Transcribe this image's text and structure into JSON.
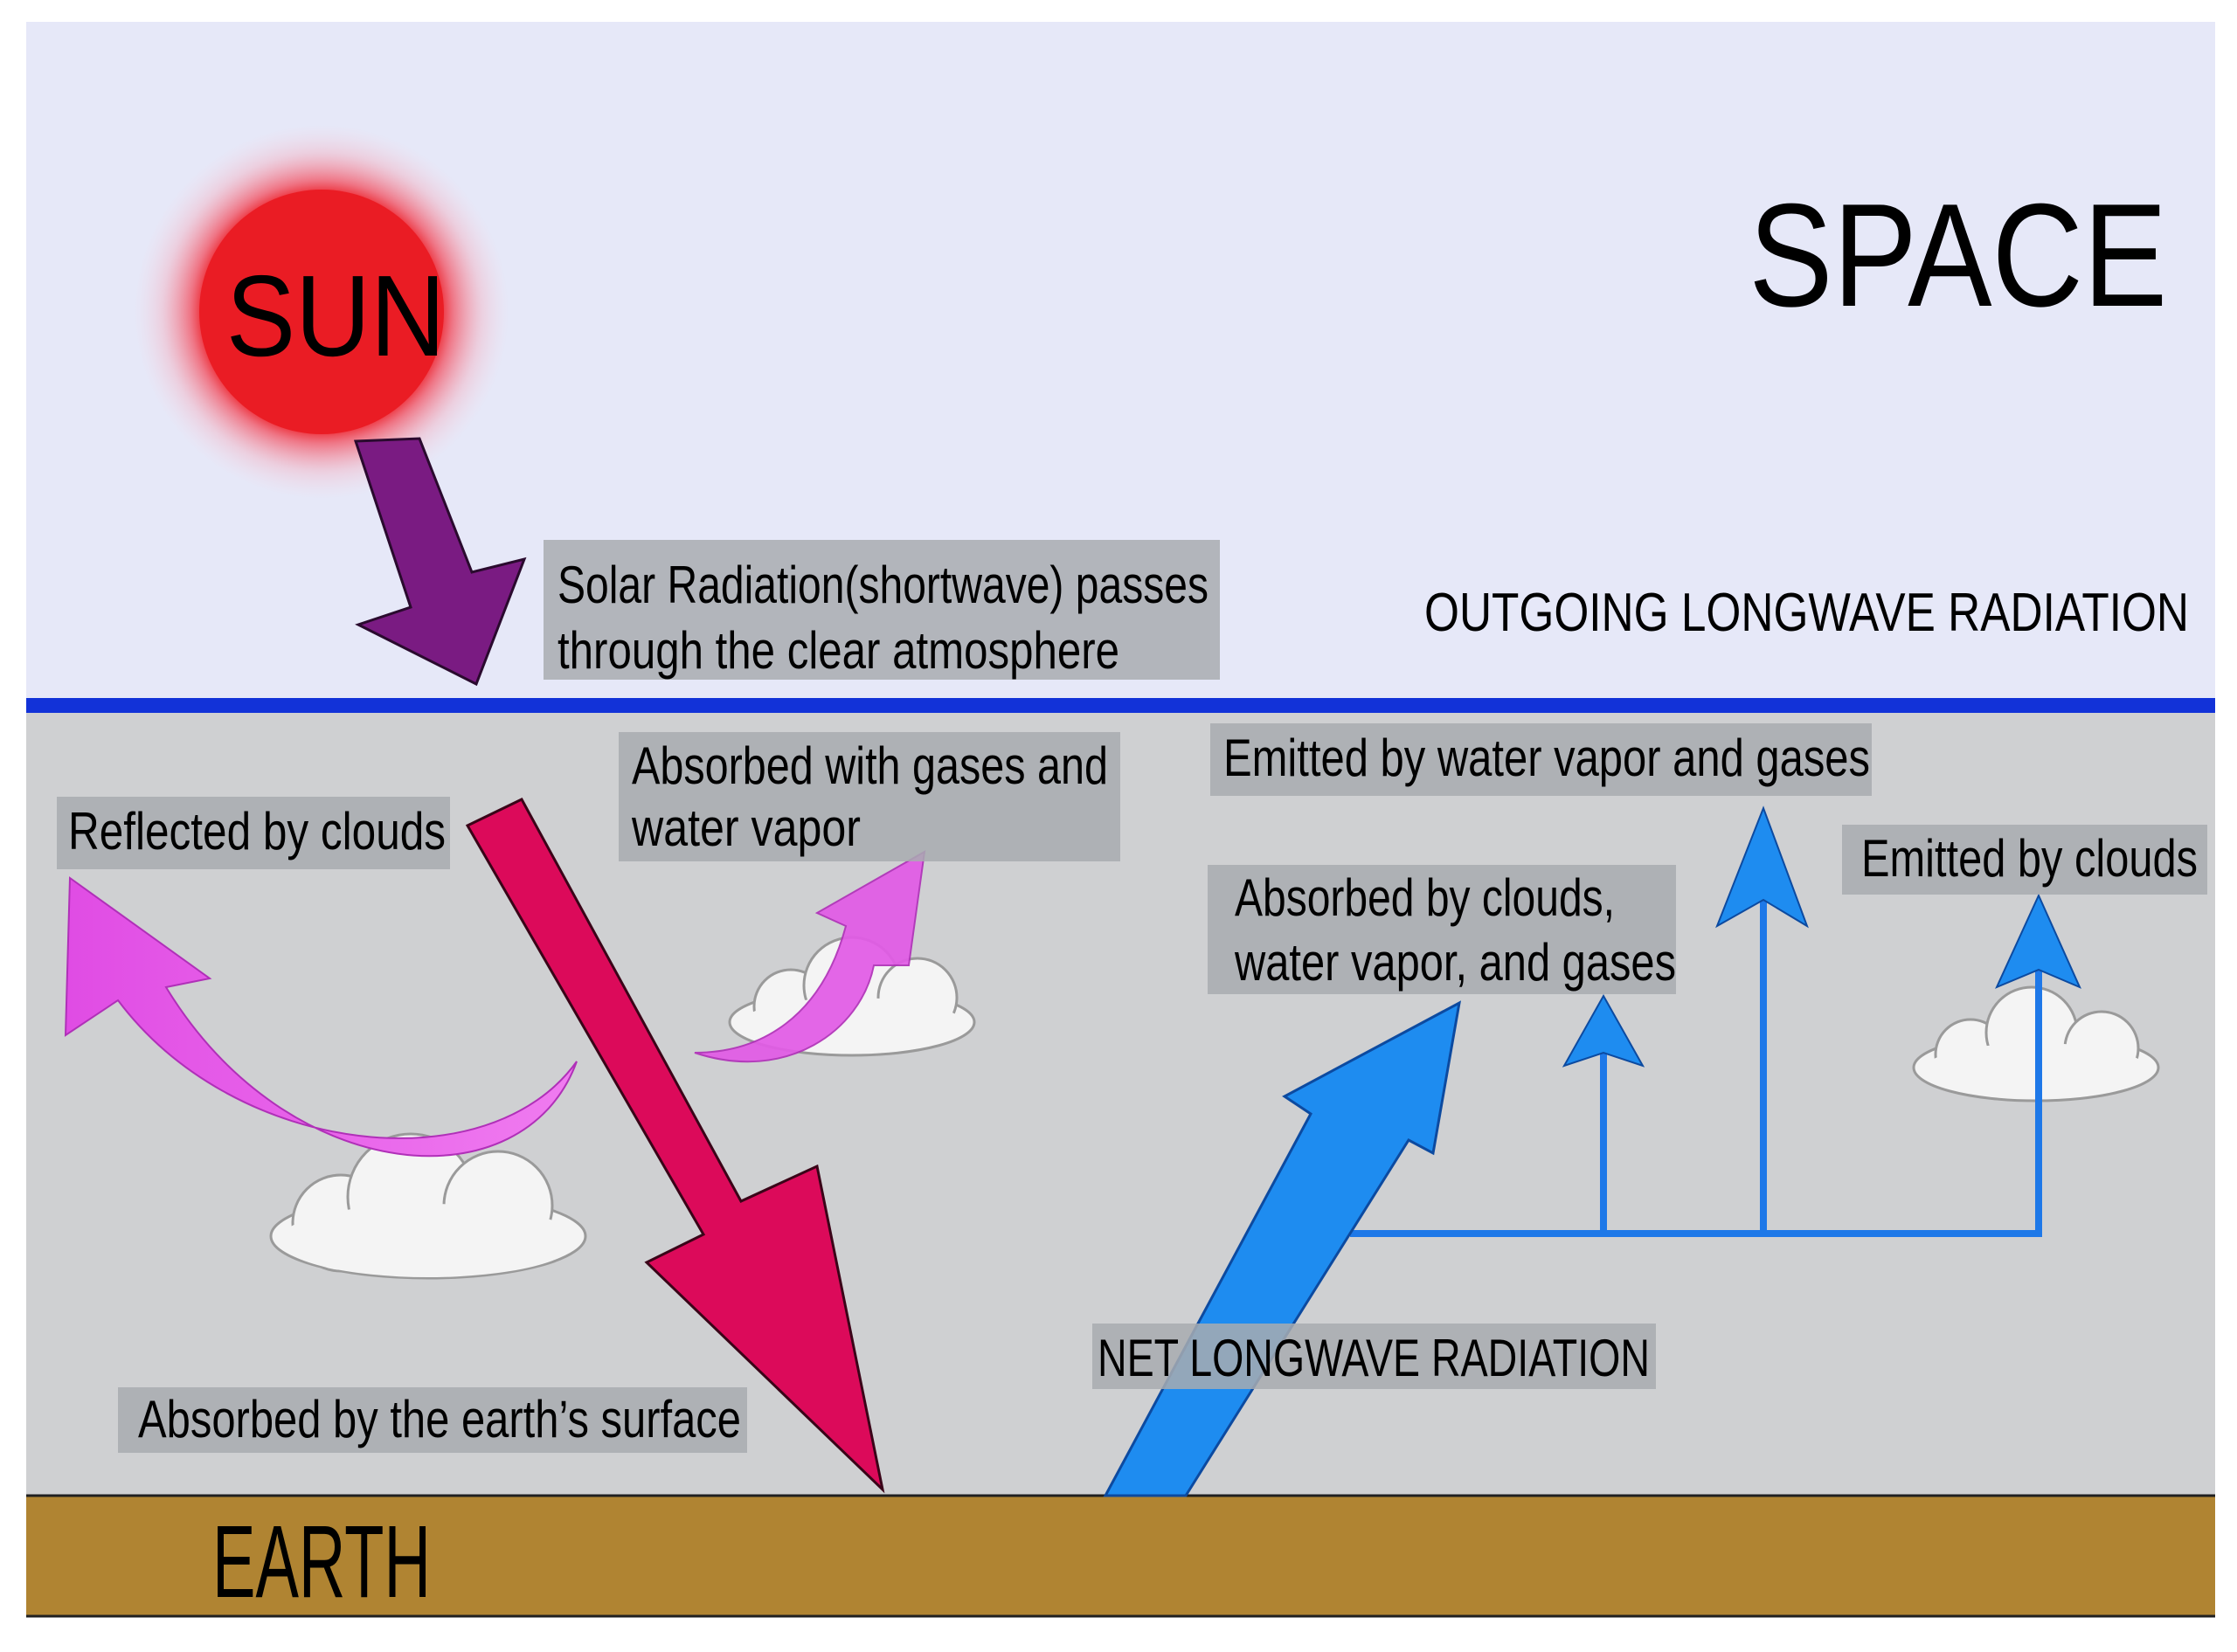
{
  "regions": {
    "space": "SPACE",
    "earth": "EARTH",
    "sun": "SUN"
  },
  "labels": {
    "solar_line1": "Solar Radiation(shortwave) passes",
    "solar_line2": "through the clear atmosphere",
    "outgoing": "OUTGOING LONGWAVE RADIATION",
    "reflected": "Reflected by  clouds",
    "absorbed_gases_line1": "Absorbed with gases and",
    "absorbed_gases_line2": "water vapor",
    "emitted_vapor": "Emitted by water vapor and gases",
    "emitted_clouds": "Emitted by clouds",
    "absorbed_clouds_line1": "Absorbed by clouds,",
    "absorbed_clouds_line2": "water vapor, and gases",
    "absorbed_surface": "Absorbed by the earth’s surface",
    "net_longwave": "NET LONGWAVE RADIATION"
  },
  "icons": {
    "sun": "sun-icon",
    "cloud": "cloud-icon"
  },
  "colors": {
    "space": "#e6e8f8",
    "atmosphere": "#cfd0d2",
    "boundary": "#1232d8",
    "earth": "#b08432",
    "sun": "#ea1c24",
    "solar_arrow": "#7a1b82",
    "shortwave_arrow": "#dc0a5a",
    "reflected_arrow": "#e25ae6",
    "longwave_arrow": "#1e8cf0",
    "label_bg": "#a8acb0"
  }
}
